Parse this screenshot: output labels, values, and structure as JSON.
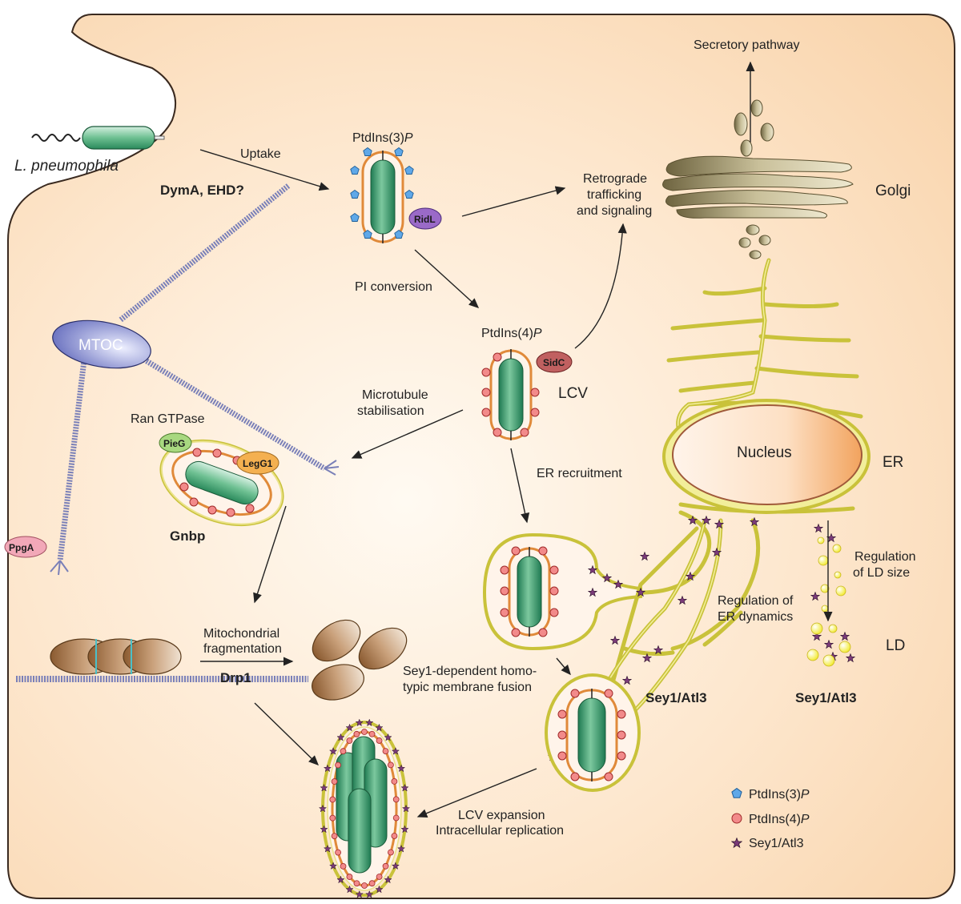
{
  "labels": {
    "bacterium": "L. pneumophila",
    "uptake": "Uptake",
    "dyma": "DymA, EHD?",
    "ptdins3p": "PtdIns(3)P",
    "ridl": "RidL",
    "retrograde": [
      "Retrograde",
      "trafficking",
      "and signaling"
    ],
    "secretory": "Secretory pathway",
    "golgi": "Golgi",
    "pi_conversion": "PI conversion",
    "ptdins4p": "PtdIns(4)P",
    "sidc": "SidC",
    "lcv": "LCV",
    "mtoc": "MTOC",
    "microtubule": [
      "Microtubule",
      "stabilisation"
    ],
    "ran": "Ran GTPase",
    "pieg": "PieG",
    "legg1": "LegG1",
    "gnbp": "Gnbp",
    "ppga": "PpgA",
    "nucleus": "Nucleus",
    "er": "ER",
    "er_recruitment": "ER recruitment",
    "regulation_ld": [
      "Regulation",
      "of LD size"
    ],
    "regulation_er": [
      "Regulation of",
      "ER dynamics"
    ],
    "ld": "LD",
    "mito_frag": [
      "Mitochondrial",
      "fragmentation"
    ],
    "drp1": "Drp1",
    "sey1_fusion": [
      "Sey1-dependent homo-",
      "typic membrane fusion"
    ],
    "sey1_a": "Sey1/Atl3",
    "sey1_b": "Sey1/Atl3",
    "lcv_expansion": [
      "LCV expansion",
      "Intracellular replication"
    ]
  },
  "legend": [
    {
      "symbol": "pentagon",
      "label": "PtdIns(3)P",
      "color": "#5fa8e8"
    },
    {
      "symbol": "circle",
      "label": "PtdIns(4)P",
      "color": "#e85a5a"
    },
    {
      "symbol": "star",
      "label": "Sey1/Atl3",
      "color": "#7a3a78"
    }
  ],
  "colors": {
    "cell": "#fce0c4",
    "bacterium": "#3a9a6a",
    "membrane": "#e08a3a",
    "er": "#d8d24a",
    "golgi": "#9a8e62",
    "mitochondria": "#a6784c",
    "microtubule": "#7a80b8"
  }
}
